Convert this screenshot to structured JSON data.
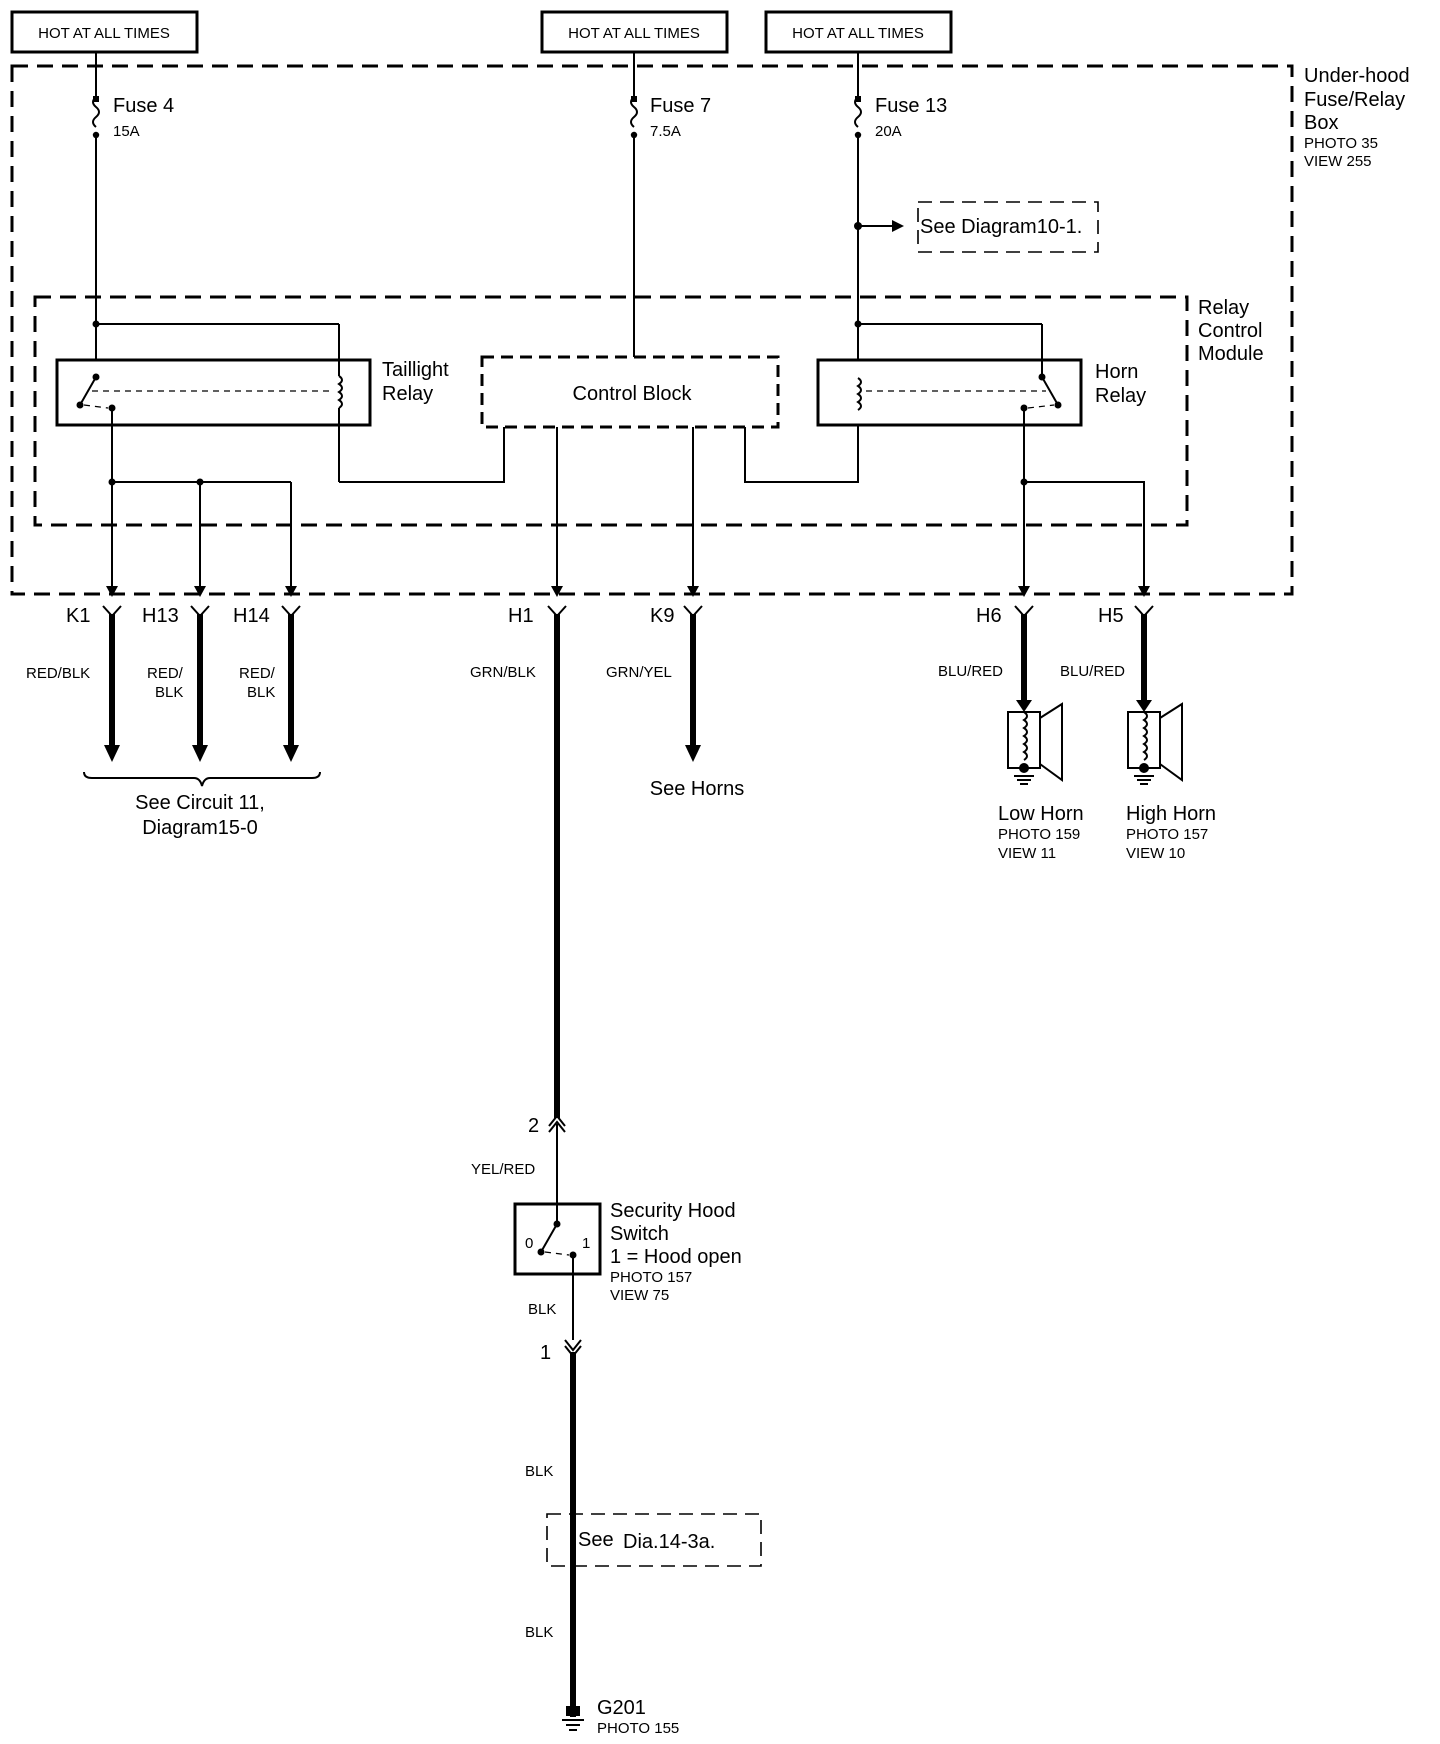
{
  "power": {
    "hot1": "HOT AT ALL TIMES",
    "hot2": "HOT AT ALL TIMES",
    "hot3": "HOT AT ALL TIMES"
  },
  "fuses": [
    {
      "name": "Fuse 4",
      "rating": "15A"
    },
    {
      "name": "Fuse 7",
      "rating": "7.5A"
    },
    {
      "name": "Fuse 13",
      "rating": "20A"
    }
  ],
  "fusebox": {
    "line1": "Under-hood",
    "line2": "Fuse/Relay",
    "line3": "Box",
    "photo": "PHOTO 35",
    "view": "VIEW 255"
  },
  "see_diagram_10_1": "See Diagram10-1.",
  "module": {
    "line1": "Relay",
    "line2": "Control",
    "line3": "Module"
  },
  "taillight_relay": {
    "line1": "Taillight",
    "line2": "Relay"
  },
  "control_block": "Control Block",
  "horn_relay": {
    "line1": "Horn",
    "line2": "Relay"
  },
  "connectors": {
    "k1": "K1",
    "h13": "H13",
    "h14": "H14",
    "h1": "H1",
    "k9": "K9",
    "h6": "H6",
    "h5": "H5"
  },
  "wires": {
    "k1": "RED/BLK",
    "h13_a": "RED/",
    "h13_b": "BLK",
    "h14_a": "RED/",
    "h14_b": "BLK",
    "h1": "GRN/BLK",
    "k9": "GRN/YEL",
    "h6": "BLU/RED",
    "h5": "BLU/RED",
    "switch_in": "YEL/RED",
    "switch_out": "BLK",
    "ground_1": "BLK",
    "ground_2": "BLK"
  },
  "see_circuit": {
    "line1": "See Circuit 11,",
    "line2": "Diagram15-0"
  },
  "see_horns": "See Horns",
  "low_horn": {
    "name": "Low Horn",
    "photo": "PHOTO 159",
    "view": "VIEW 11"
  },
  "high_horn": {
    "name": "High Horn",
    "photo": "PHOTO 157",
    "view": "VIEW 10"
  },
  "pins": {
    "p2": "2",
    "p1": "1"
  },
  "hood_switch": {
    "line1": "Security Hood",
    "line2": "Switch",
    "line3": "1 = Hood open",
    "photo": "PHOTO 157",
    "view": "VIEW 75",
    "pos0": "0",
    "pos1": "1"
  },
  "see_dia_14_3a": {
    "see": "See",
    "ref": "Dia.14-3a."
  },
  "ground": {
    "name": "G201",
    "photo": "PHOTO 155"
  }
}
